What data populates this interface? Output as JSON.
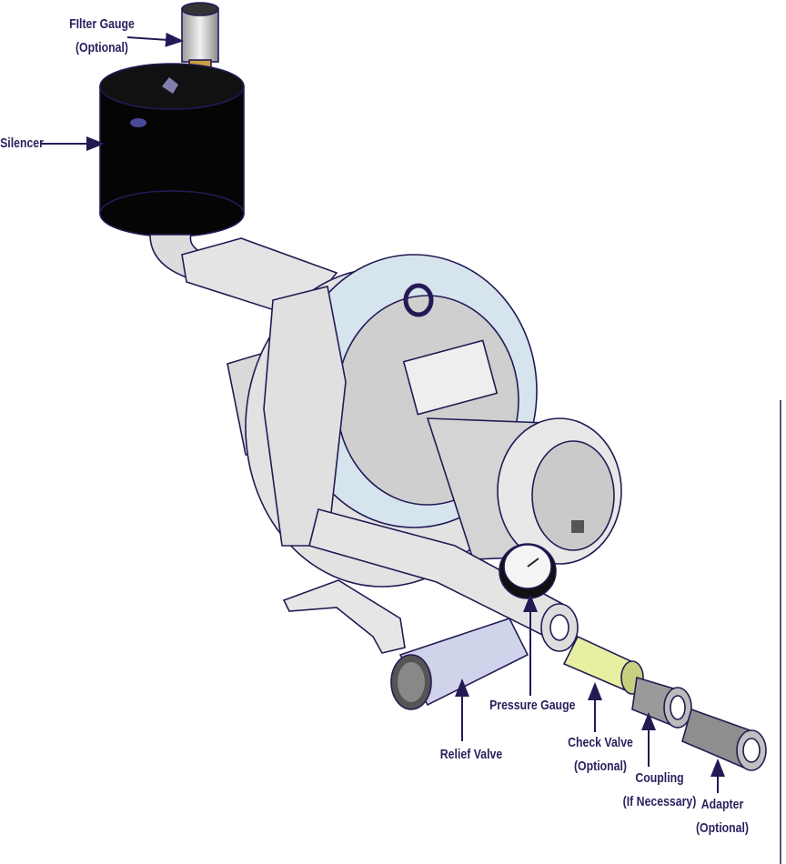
{
  "title": "Regenerative blower installation accessories",
  "colors": {
    "label": "#2a1f5e",
    "housing": "#d6e4ee",
    "body": "#e6e6e6",
    "silencer": "#050505",
    "check_valve": "#e8efa0"
  },
  "labels": {
    "filter_gauge": {
      "line1": "FIlter Gauge",
      "line2": "(Optional)"
    },
    "silencer": {
      "line1": "Silencer"
    },
    "pressure_gauge": {
      "line1": "Pressure Gauge"
    },
    "relief_valve": {
      "line1": "Relief Valve"
    },
    "check_valve": {
      "line1": "Check Valve",
      "line2": "(Optional)"
    },
    "coupling": {
      "line1": "Coupling",
      "line2": "(If Necessary)"
    },
    "adapter": {
      "line1": "Adapter",
      "line2": "(Optional)"
    }
  }
}
